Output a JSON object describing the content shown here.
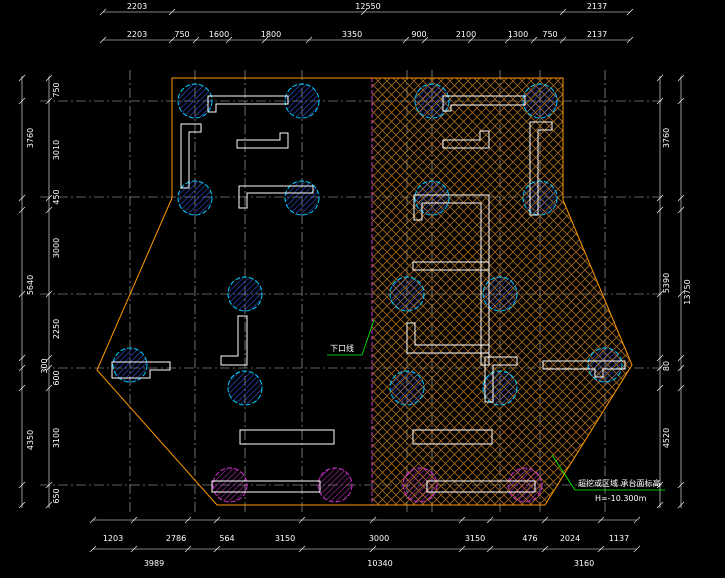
{
  "drawing": {
    "colors": {
      "background": "#000000",
      "outline": "#ff9900",
      "hatch": "#a86a1a",
      "cut_line": "#cc33cc",
      "pile_normal": "#00ccff",
      "pile_special": "#cc33cc",
      "pile_hatch": "#3366ff",
      "cap": "#ffffff",
      "axis": "#bbbbbb",
      "leader": "#00ff00"
    },
    "top_dims": {
      "overall": [
        "2203",
        "12550",
        "2137"
      ],
      "detail": [
        "2203",
        "750",
        "1600",
        "1800",
        "3350",
        "900",
        "2100",
        "1300",
        "750",
        "2137"
      ]
    },
    "bottom_dims": {
      "detail": [
        "1203",
        "2786",
        "564",
        "3150",
        "3000",
        "3150",
        "476",
        "2024",
        "1137"
      ],
      "overall": [
        "3989",
        "10340",
        "3160"
      ]
    },
    "left_dims": {
      "outer": [
        "3760",
        "5640",
        "4350"
      ],
      "inner": [
        "750",
        "3010",
        "450",
        "3000",
        "2250",
        "300",
        "600",
        "3100",
        "650"
      ]
    },
    "right_dims": {
      "inner": [
        "3760",
        "5390",
        "80",
        "4520"
      ],
      "outer": [
        "13750"
      ]
    },
    "labels": {
      "lower_line": "下口线",
      "excavated_zone": "超挖或区域 承台面标高",
      "elevation": "H=-10.300m"
    }
  }
}
